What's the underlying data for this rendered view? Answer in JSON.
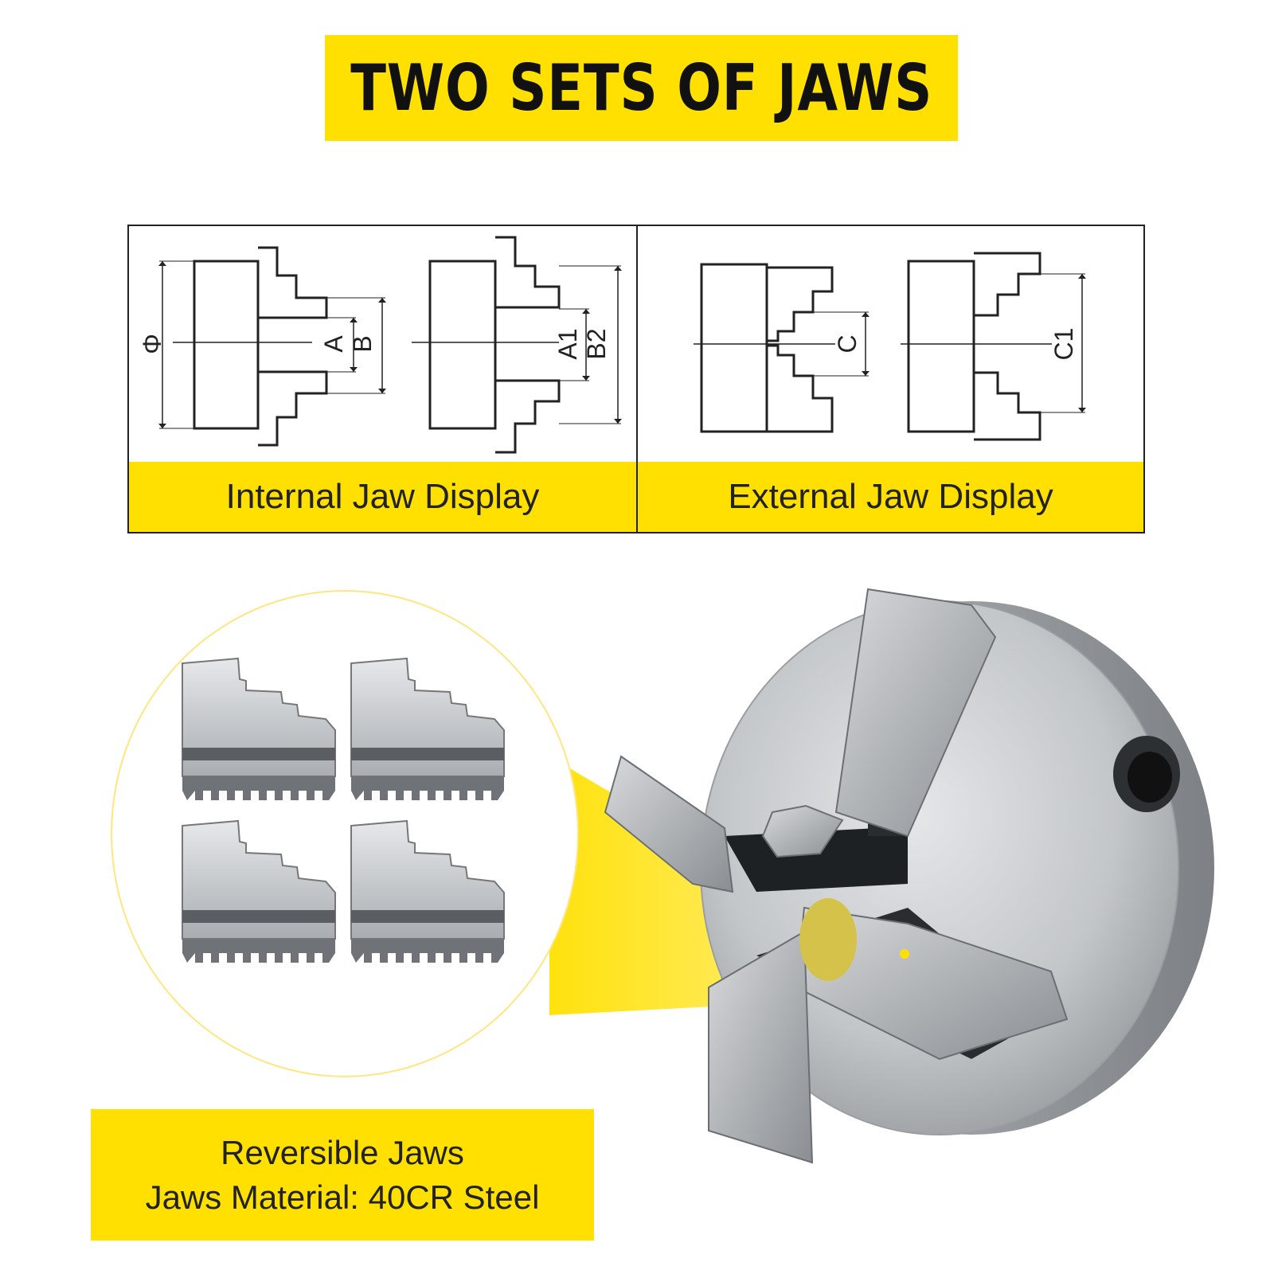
{
  "title": "TWO SETS OF JAWS",
  "internal_panel": {
    "caption": "Internal Jaw Display",
    "labels": {
      "phi": "Φ",
      "a": "A",
      "b": "B",
      "a1": "A1",
      "b2": "B2"
    }
  },
  "external_panel": {
    "caption": "External Jaw Display",
    "labels": {
      "c": "C",
      "c1": "C1"
    }
  },
  "info": {
    "line1": "Reversible Jaws",
    "line2": "Jaws Material: 40CR Steel"
  },
  "colors": {
    "accent_yellow": "#ffe000",
    "steel": "#b8bcc0",
    "outline": "#222222"
  }
}
